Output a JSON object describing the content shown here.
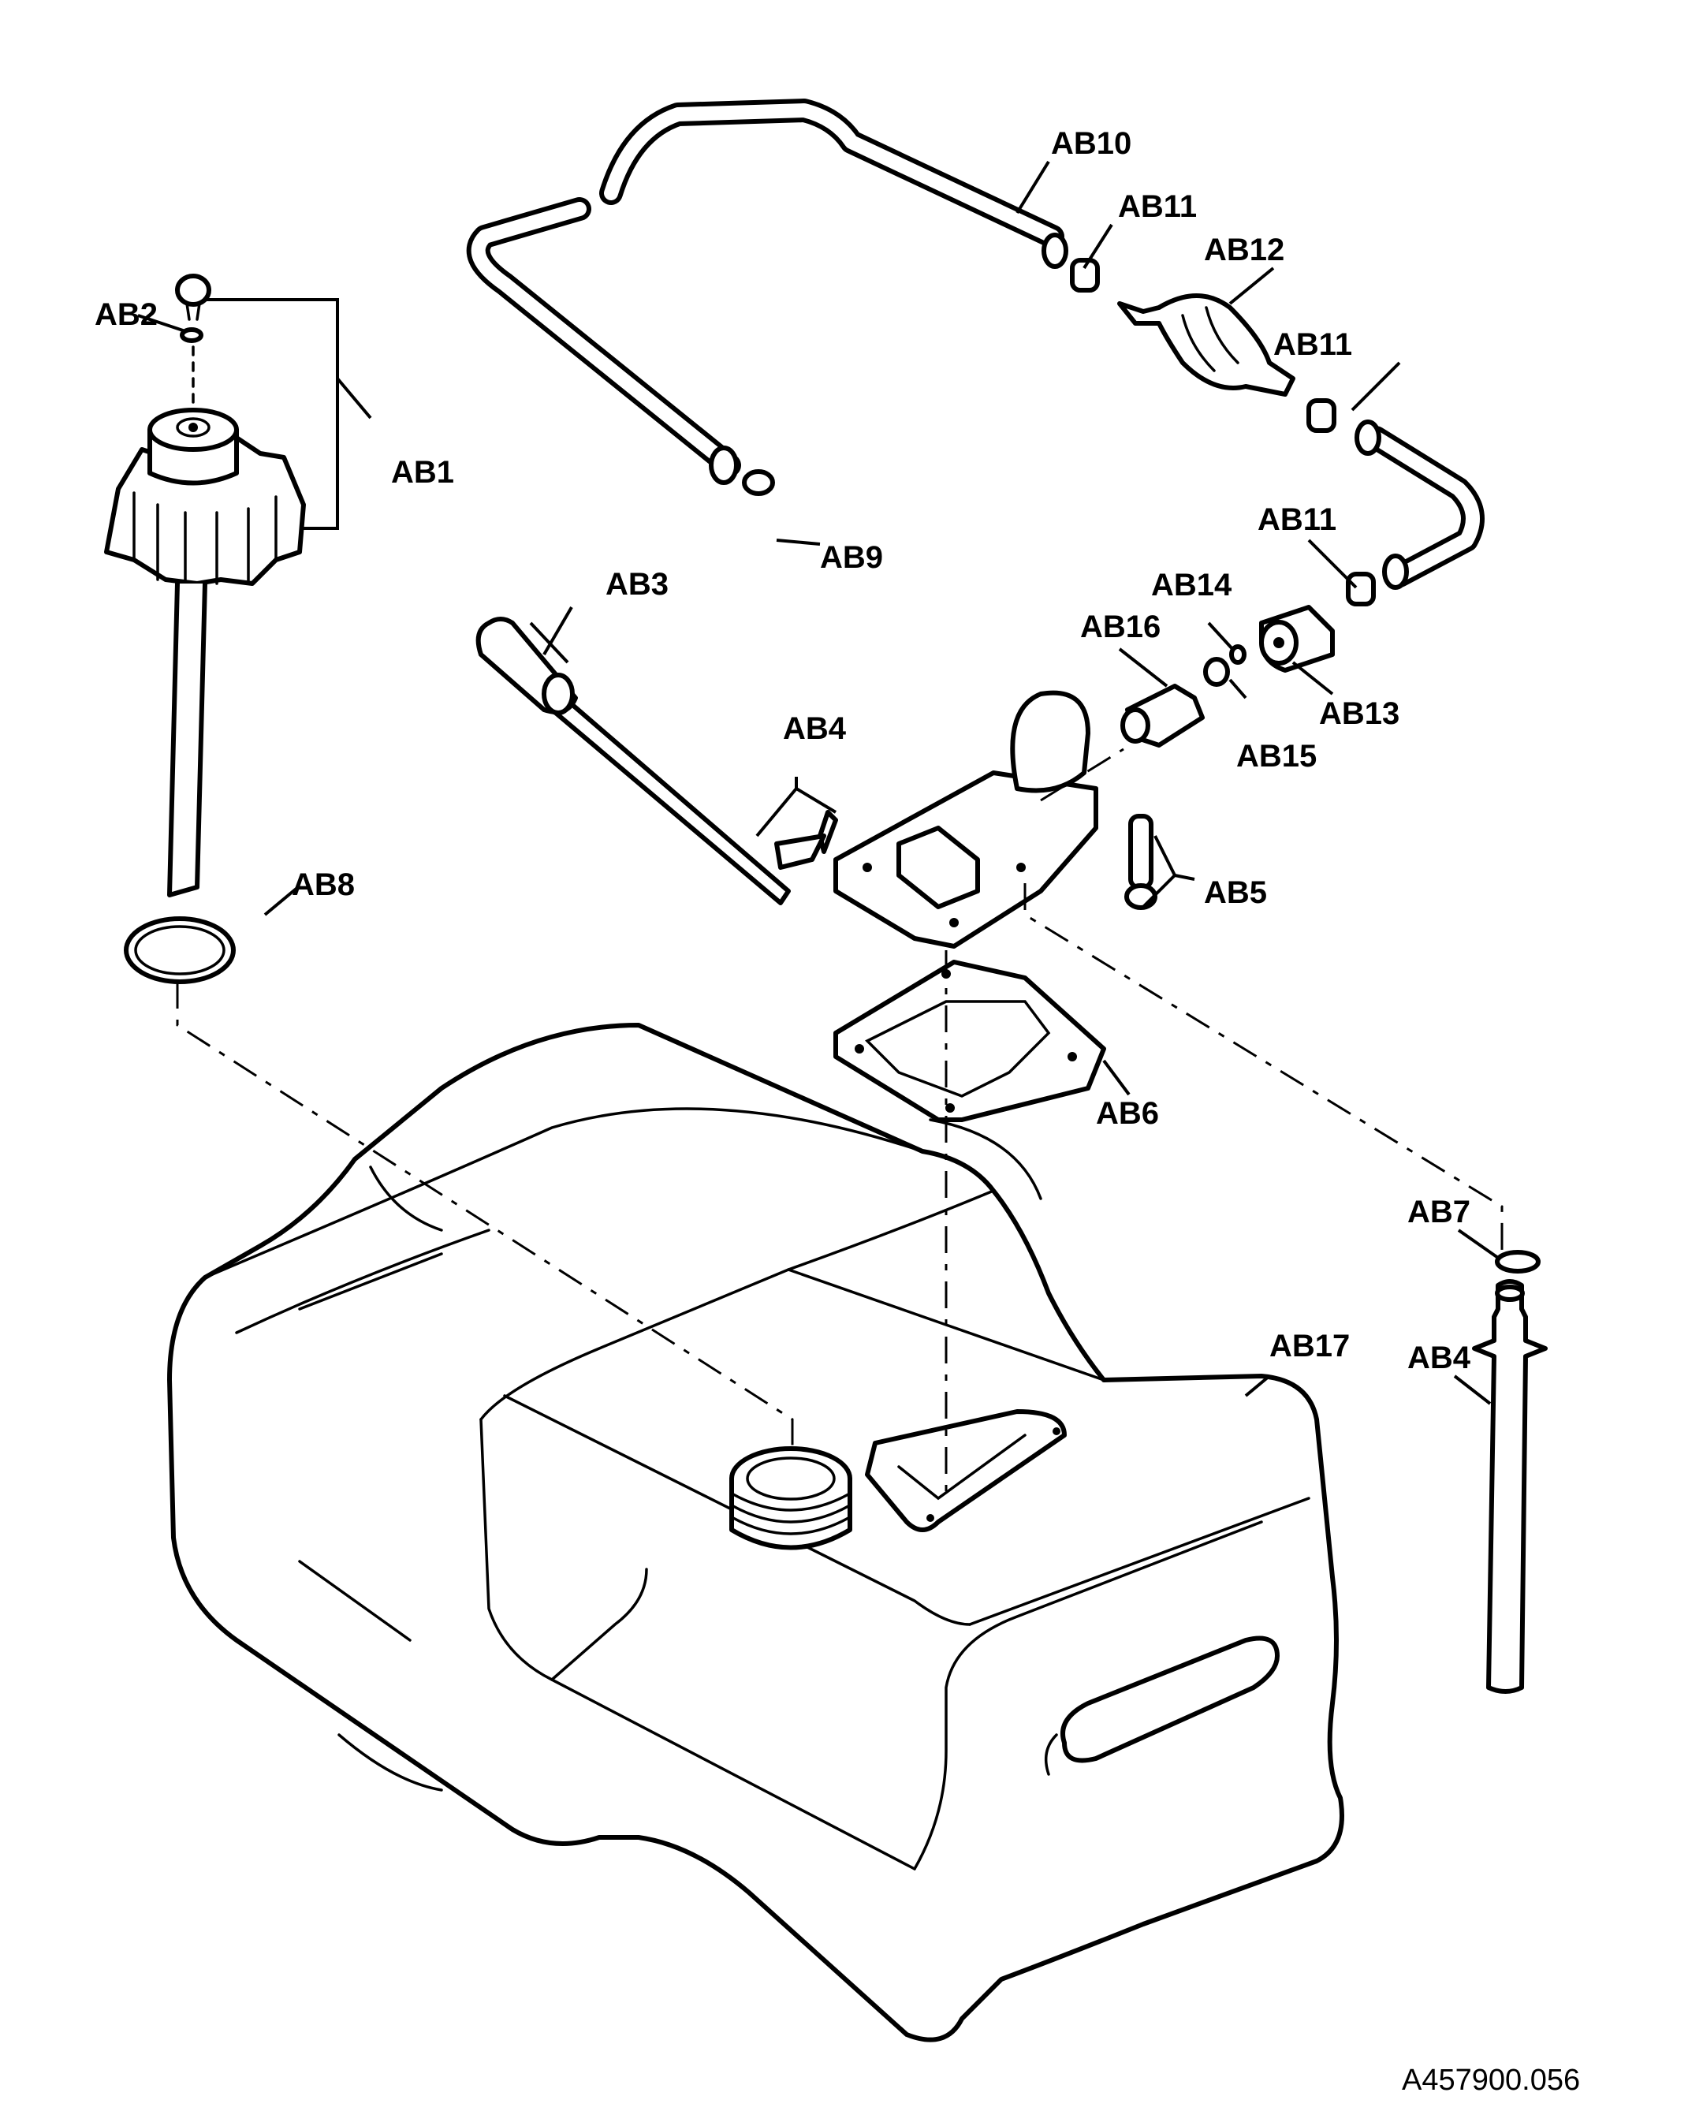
{
  "diagram": {
    "title": "Portable fuel tank exploded parts view",
    "figure_id": "A457900.056",
    "callouts": [
      {
        "id": "AB1",
        "text": "AB1",
        "part": "fuel-gauge-cap-assembly"
      },
      {
        "id": "AB2",
        "text": "AB2",
        "part": "o-ring"
      },
      {
        "id": "AB3",
        "text": "AB3",
        "part": "float"
      },
      {
        "id": "AB4a",
        "text": "AB4",
        "part": "fuel-pickup-assembly"
      },
      {
        "id": "AB5",
        "text": "AB5",
        "part": "screw-and-washer"
      },
      {
        "id": "AB6",
        "text": "AB6",
        "part": "gasket"
      },
      {
        "id": "AB7",
        "text": "AB7",
        "part": "o-ring"
      },
      {
        "id": "AB4b",
        "text": "AB4",
        "part": "pickup-tube"
      },
      {
        "id": "AB8",
        "text": "AB8",
        "part": "seal-ring"
      },
      {
        "id": "AB9",
        "text": "AB9",
        "part": "hose-clamp"
      },
      {
        "id": "AB10",
        "text": "AB10",
        "part": "fuel-hose"
      },
      {
        "id": "AB11a",
        "text": "AB11",
        "part": "hose-fitting"
      },
      {
        "id": "AB12",
        "text": "AB12",
        "part": "primer-bulb"
      },
      {
        "id": "AB11b",
        "text": "AB11",
        "part": "hose-fitting"
      },
      {
        "id": "AB11c",
        "text": "AB11",
        "part": "hose-fitting"
      },
      {
        "id": "AB13",
        "text": "AB13",
        "part": "quick-connector"
      },
      {
        "id": "AB14",
        "text": "AB14",
        "part": "o-ring"
      },
      {
        "id": "AB15",
        "text": "AB15",
        "part": "washer"
      },
      {
        "id": "AB16",
        "text": "AB16",
        "part": "connector-fitting"
      },
      {
        "id": "AB17",
        "text": "AB17",
        "part": "fuel-tank"
      }
    ]
  }
}
